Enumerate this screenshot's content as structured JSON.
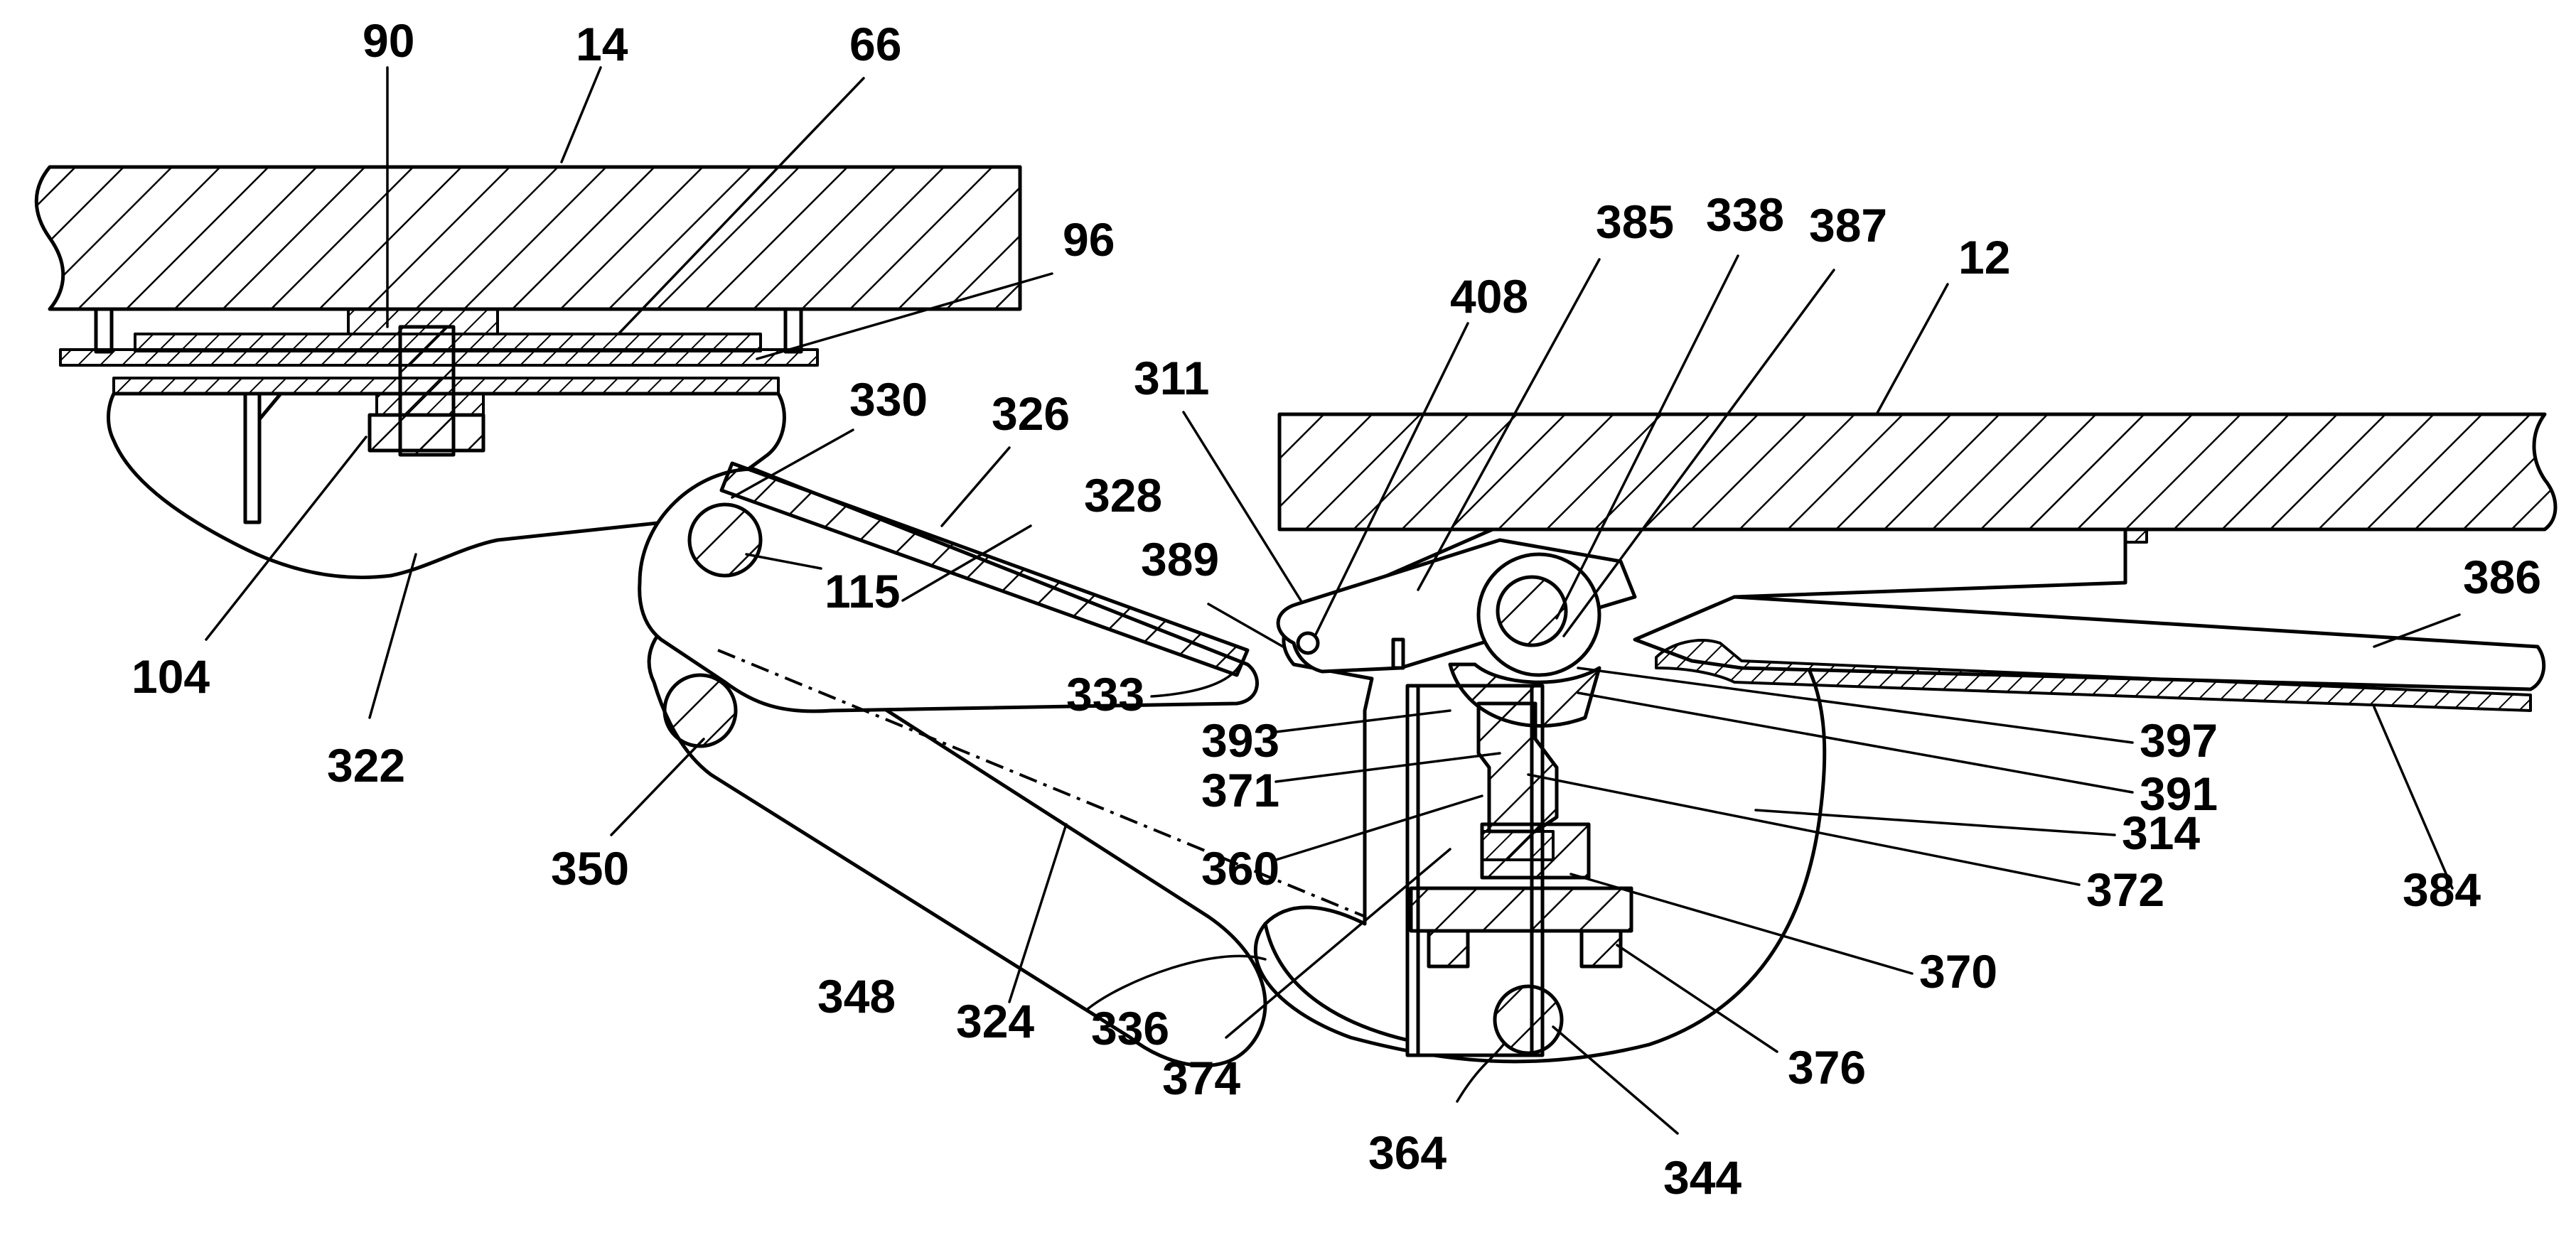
{
  "diagram": {
    "labels": {
      "l90": "90",
      "l14": "14",
      "l66": "66",
      "l96": "96",
      "l104": "104",
      "l322": "322",
      "l330": "330",
      "l326": "326",
      "l328": "328",
      "l115": "115",
      "l311": "311",
      "l408": "408",
      "l385": "385",
      "l338": "338",
      "l387": "387",
      "l12": "12",
      "l389": "389",
      "l386": "386",
      "l333": "333",
      "l393": "393",
      "l397": "397",
      "l391": "391",
      "l371": "371",
      "l314": "314",
      "l360": "360",
      "l372": "372",
      "l384": "384",
      "l350": "350",
      "l324": "324",
      "l348": "348",
      "l370": "370",
      "l336": "336",
      "l374": "374",
      "l376": "376",
      "l364": "364",
      "l344": "344"
    }
  }
}
